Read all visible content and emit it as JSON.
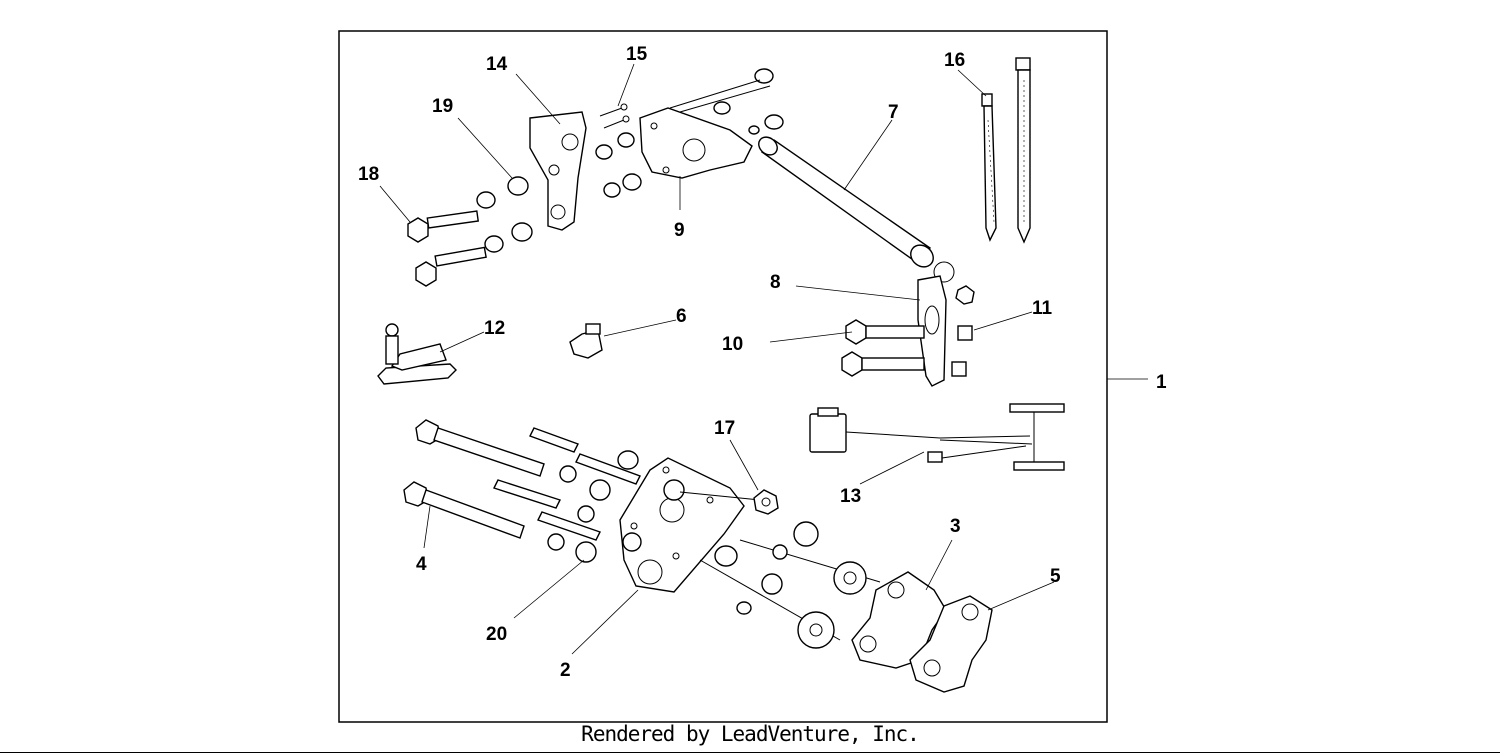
{
  "footer": {
    "text": "Rendered by LeadVenture, Inc."
  },
  "callouts": {
    "c1": "1",
    "c2": "2",
    "c3": "3",
    "c4": "4",
    "c5": "5",
    "c6": "6",
    "c7": "7",
    "c8": "8",
    "c9": "9",
    "c10": "10",
    "c11": "11",
    "c12": "12",
    "c13": "13",
    "c14": "14",
    "c15": "15",
    "c16": "16",
    "c17": "17",
    "c18": "18",
    "c19": "19",
    "c20": "20"
  },
  "colors": {
    "ink": "#000000",
    "paper": "#ffffff"
  }
}
